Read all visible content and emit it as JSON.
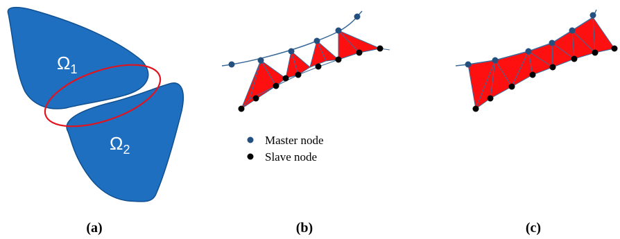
{
  "colors": {
    "domain_fill": "#1f6fc0",
    "domain_stroke": "#0f4f8f",
    "interface_ellipse": "#e0141e",
    "element_fill": "#ff1010",
    "mesh_line": "#3a6a9a",
    "master_node": "#24507f",
    "slave_node": "#000000"
  },
  "panel_a": {
    "domain1": {
      "symbol": "Ω",
      "subscript": "1"
    },
    "domain2": {
      "symbol": "Ω",
      "subscript": "2"
    },
    "label": "(a)"
  },
  "panel_b": {
    "label": "(b)",
    "legend": {
      "master": "Master node",
      "slave": "Slave node"
    }
  },
  "panel_c": {
    "label": "(c)"
  }
}
